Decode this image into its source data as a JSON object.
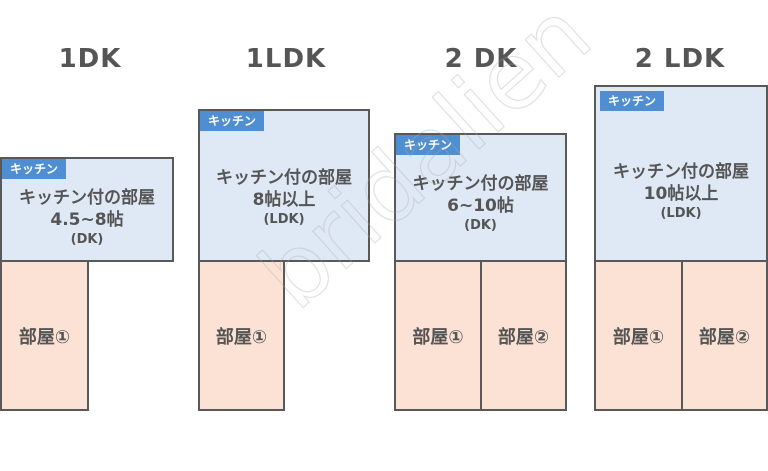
{
  "plans": [
    {
      "title": "1DK",
      "kitchen": {
        "tag": "キッチン",
        "name": "キッチン付の部屋",
        "size": "4.5~8帖",
        "type": "(DK)"
      },
      "rooms": [
        "部屋①"
      ]
    },
    {
      "title": "1LDK",
      "kitchen": {
        "tag": "キッチン",
        "name": "キッチン付の部屋",
        "size": "8帖以上",
        "type": "(LDK)"
      },
      "rooms": [
        "部屋①"
      ]
    },
    {
      "title": "2 DK",
      "kitchen": {
        "tag": "キッチン",
        "name": "キッチン付の部屋",
        "size": "6~10帖",
        "type": "(DK)"
      },
      "rooms": [
        "部屋①",
        "部屋②"
      ]
    },
    {
      "title": "2 LDK",
      "kitchen": {
        "tag": "キッチン",
        "name": "キッチン付の部屋",
        "size": "10帖以上",
        "type": "(LDK)"
      },
      "rooms": [
        "部屋①",
        "部屋②"
      ]
    }
  ],
  "watermark": "bridalien",
  "colors": {
    "kitchen_fill": "#dfe9f5",
    "room_fill": "#fbe2d4",
    "tag_fill": "#4f8fd1",
    "border": "#595959",
    "text": "#555555"
  }
}
